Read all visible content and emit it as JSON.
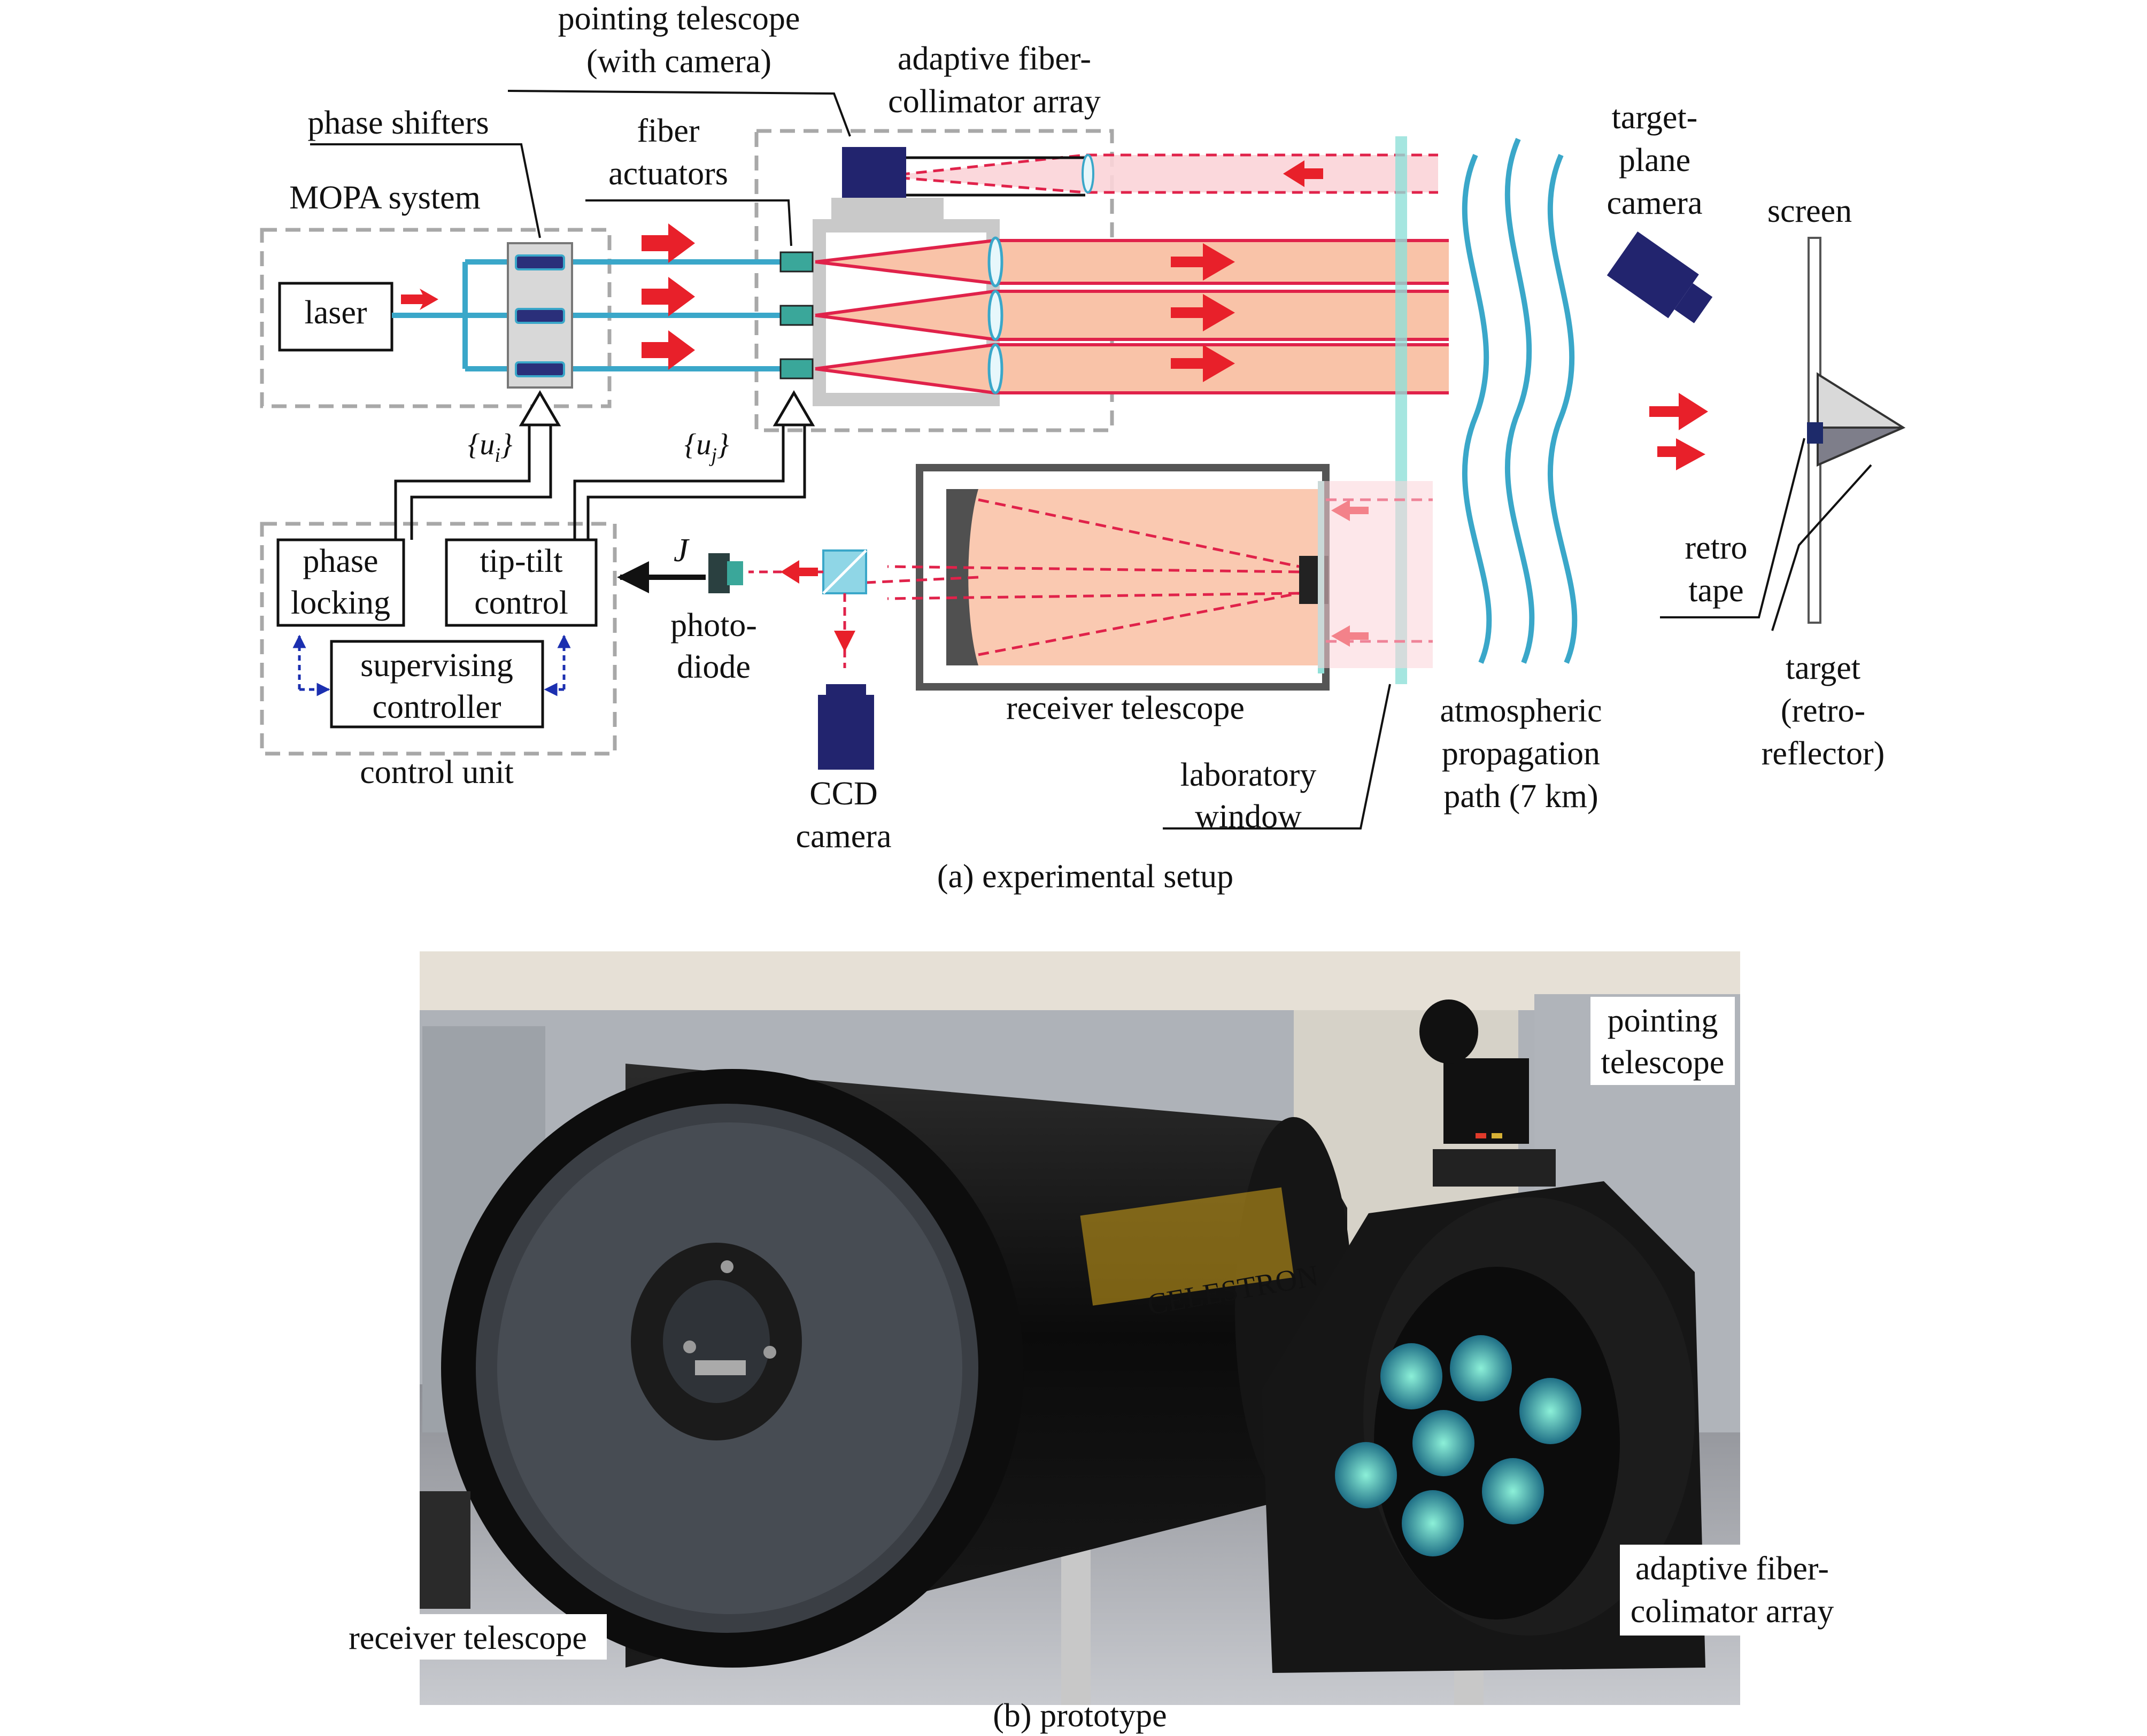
{
  "figure": {
    "setup": {
      "caption": "(a) experimental setup",
      "labels": {
        "pointing_telescope": [
          "pointing telescope",
          "(with camera)"
        ],
        "adaptive_array": [
          "adaptive fiber-",
          "collimator array"
        ],
        "phase_shifters": "phase shifters",
        "fiber_actuators": [
          "fiber",
          "actuators"
        ],
        "mopa_system": "MOPA system",
        "laser": "laser",
        "target_plane_camera": [
          "target-",
          "plane",
          "camera"
        ],
        "screen": "screen",
        "u_i": "{u",
        "u_i_sub": "i",
        "u_j": "{u",
        "u_j_sub": "j",
        "close_brace": "}",
        "J": "J",
        "phase_locking": [
          "phase",
          "locking"
        ],
        "tip_tilt_control": [
          "tip-tilt",
          "control"
        ],
        "supervising_controller": [
          "supervising",
          "controller"
        ],
        "control_unit": "control unit",
        "photodiode": [
          "photo-",
          "diode"
        ],
        "ccd_camera": [
          "CCD",
          "camera"
        ],
        "receiver_telescope": "receiver telescope",
        "laboratory_window": [
          "laboratory",
          "window"
        ],
        "atmospheric_path": [
          "atmospheric",
          "propagation",
          "path (7 km)"
        ],
        "retro_tape": [
          "retro",
          "tape"
        ],
        "target": [
          "target",
          "(retro-",
          "reflector)"
        ]
      }
    },
    "prototype": {
      "caption": "(b) prototype",
      "labels": {
        "pointing_telescope": [
          "pointing",
          "telescope"
        ],
        "receiver_telescope": "receiver telescope",
        "adaptive_array": [
          "adaptive fiber-",
          "colimator array"
        ],
        "brand": "CELESTRON"
      }
    },
    "colors": {
      "beam_fill": "#f9c3a8",
      "beam_line": "#e0224a",
      "fiber": "#3aa7c9",
      "arrow": "#e8202a",
      "camera": "#22246e",
      "dashed_box": "#a8a8a8",
      "mount": "#c9c9c9",
      "window": "#8fe0d8",
      "control_arrow": "#1b2fb0"
    }
  }
}
